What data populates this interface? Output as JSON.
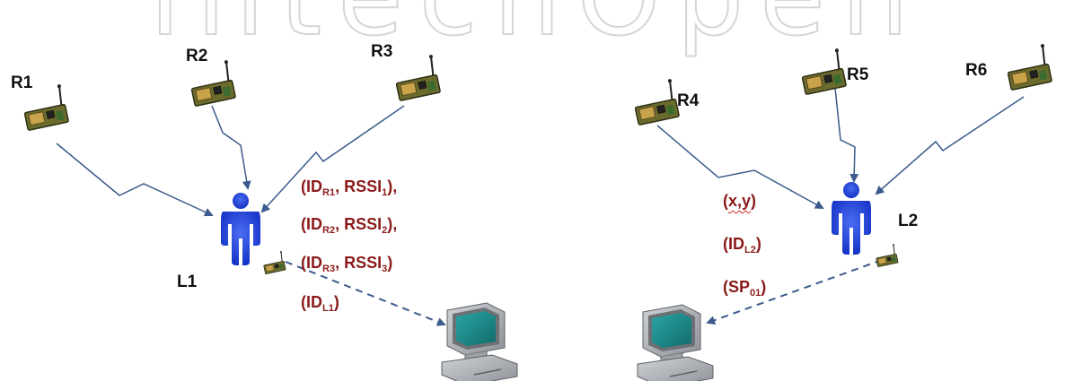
{
  "colors": {
    "message_text": "#8b1a1a",
    "arrow": "#3c5a8c",
    "person": "#1533c8",
    "monitor_screen": "#1f8c8c",
    "monitor_body": "#a8abb0",
    "radio_board": "#6b6b2e",
    "watermark": "#d6d6d6"
  },
  "watermark": {
    "text": "IntechOpen"
  },
  "left_panel": {
    "readers": [
      {
        "label": "R1"
      },
      {
        "label": "R2"
      },
      {
        "label": "R3"
      }
    ],
    "tag_label": "L1",
    "messages": [
      {
        "prefix": "(ID",
        "sub": "R1",
        "mid": ", RSSI",
        "sub2": "1",
        "suffix": "),"
      },
      {
        "prefix": "(ID",
        "sub": "R2",
        "mid": ", RSSI",
        "sub2": "2",
        "suffix": "),"
      },
      {
        "prefix": "(ID",
        "sub": "R3",
        "mid": ", RSSI",
        "sub2": "3",
        "suffix": ")"
      },
      {
        "prefix": "(ID",
        "sub": "L1",
        "mid": "",
        "sub2": "",
        "suffix": ")"
      }
    ],
    "icons": {
      "person": "person-icon",
      "tag": "radio-board-icon",
      "computer": "computer-icon"
    }
  },
  "right_panel": {
    "readers": [
      {
        "label": "R4"
      },
      {
        "label": "R5"
      },
      {
        "label": "R6"
      }
    ],
    "tag_label": "L2",
    "messages": [
      {
        "prefix": "(",
        "wavy": "x,y",
        "suffix": ")"
      },
      {
        "prefix": "(ID",
        "sub": "L2",
        "suffix": ")"
      },
      {
        "prefix": "(SP",
        "sub": "01",
        "suffix": ")"
      }
    ],
    "icons": {
      "person": "person-icon",
      "tag": "radio-board-icon",
      "computer": "computer-icon"
    }
  }
}
